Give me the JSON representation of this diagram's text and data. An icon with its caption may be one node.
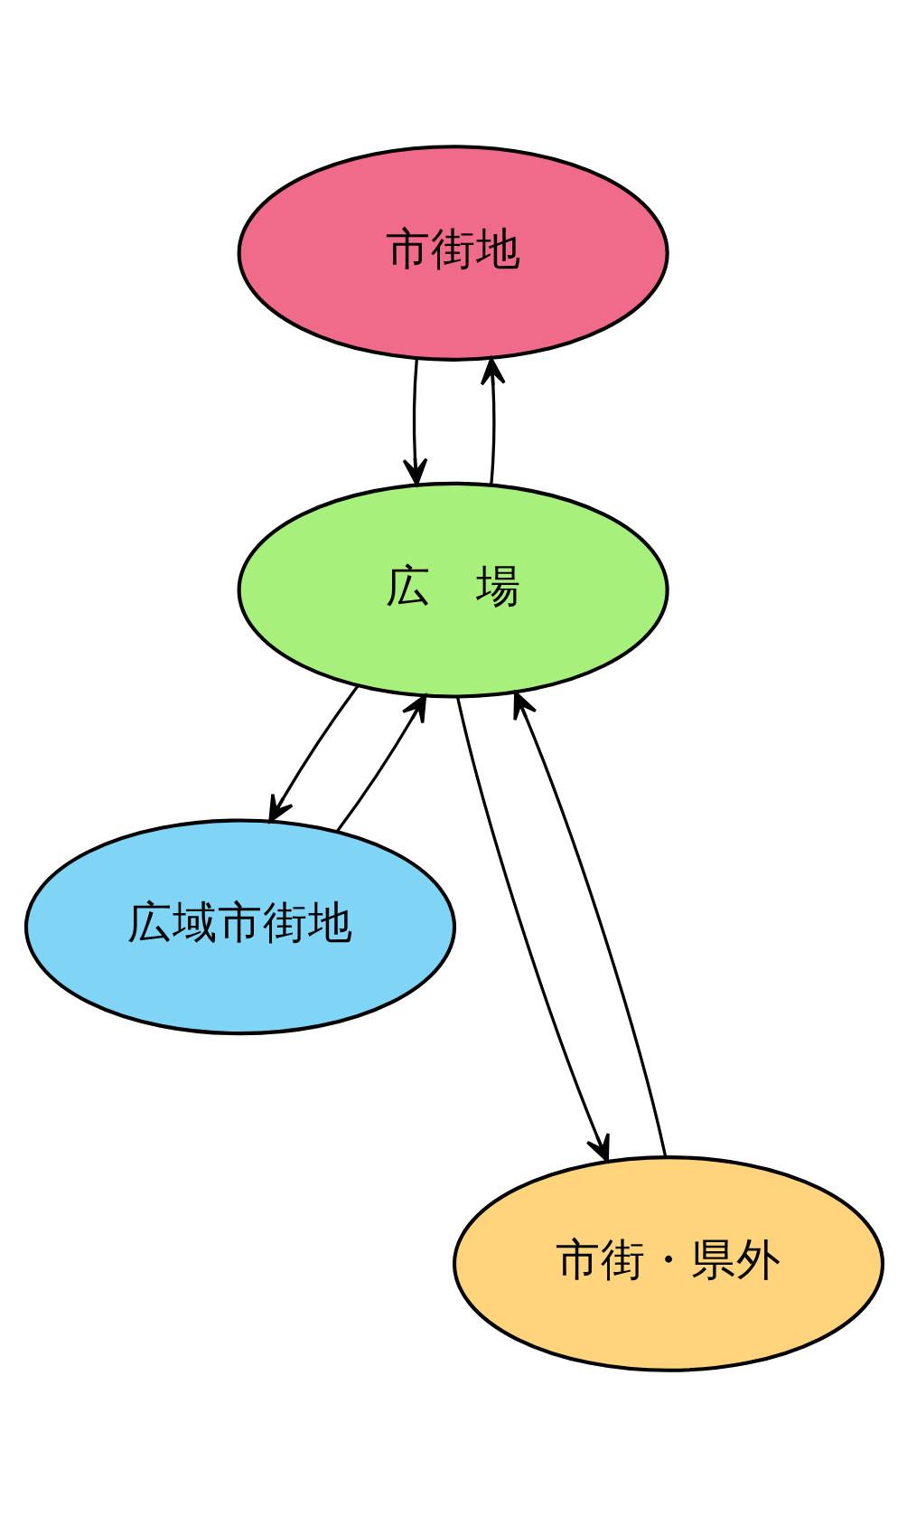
{
  "diagram": {
    "nodes": [
      {
        "text": [
          "市街地"
        ]
      },
      {
        "text": [
          "広　場"
        ]
      },
      {
        "text": [
          "広域市街地"
        ]
      },
      {
        "text": [
          "市街・県外"
        ]
      }
    ],
    "edges": [
      {
        "from": 1,
        "to": 0,
        "arrow": "to"
      },
      {
        "from": 0,
        "to": 1,
        "arrow": "to"
      },
      {
        "from": 2,
        "to": 1,
        "arrow": "to"
      },
      {
        "from": 1,
        "to": 2,
        "arrow": "to"
      },
      {
        "from": 3,
        "to": 1,
        "arrow": "to"
      },
      {
        "from": 1,
        "to": 3,
        "arrow": "to"
      }
    ]
  }
}
